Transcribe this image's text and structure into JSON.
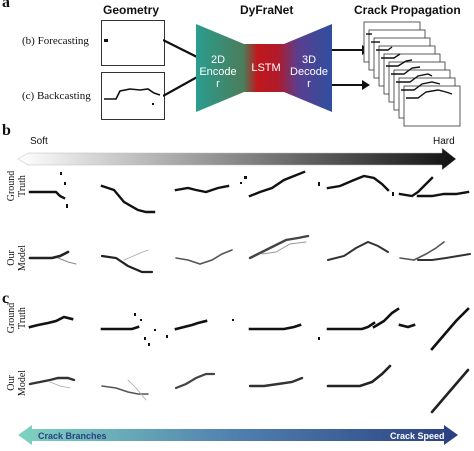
{
  "panel_a": {
    "letter": "a",
    "geometry_title": "Geometry",
    "dyfranet_title": "DyFraNet",
    "crack_title": "Crack Propagation",
    "forecast_label": "(b) Forecasting",
    "backcast_label": "(c) Backcasting",
    "encoder_label_line1": "2D",
    "encoder_label_line2": "Encode",
    "encoder_label_line3": "r",
    "lstm_label": "LSTM",
    "decoder_label_line1": "3D",
    "decoder_label_line2": "Decode",
    "decoder_label_line3": "r",
    "colors": {
      "encoder": "#2a9d8f",
      "lstm": "#c0181d",
      "decoder": "#2f4fa0"
    }
  },
  "panel_b": {
    "letter": "b",
    "soft_label": "Soft",
    "hard_label": "Hard",
    "row1_label_line1": "Ground",
    "row1_label_line2": "Truth",
    "row2_label_line1": "Our",
    "row2_label_line2": "Model"
  },
  "panel_c": {
    "letter": "c",
    "row1_label_line1": "Ground",
    "row1_label_line2": "Truth",
    "row2_label_line1": "Our",
    "row2_label_line2": "Model",
    "left_arrow_label": "Crack Branches",
    "right_arrow_label": "Crack Speed",
    "colors": {
      "arrow_left": "#7fd3c0",
      "arrow_right": "#2b3f80"
    }
  }
}
